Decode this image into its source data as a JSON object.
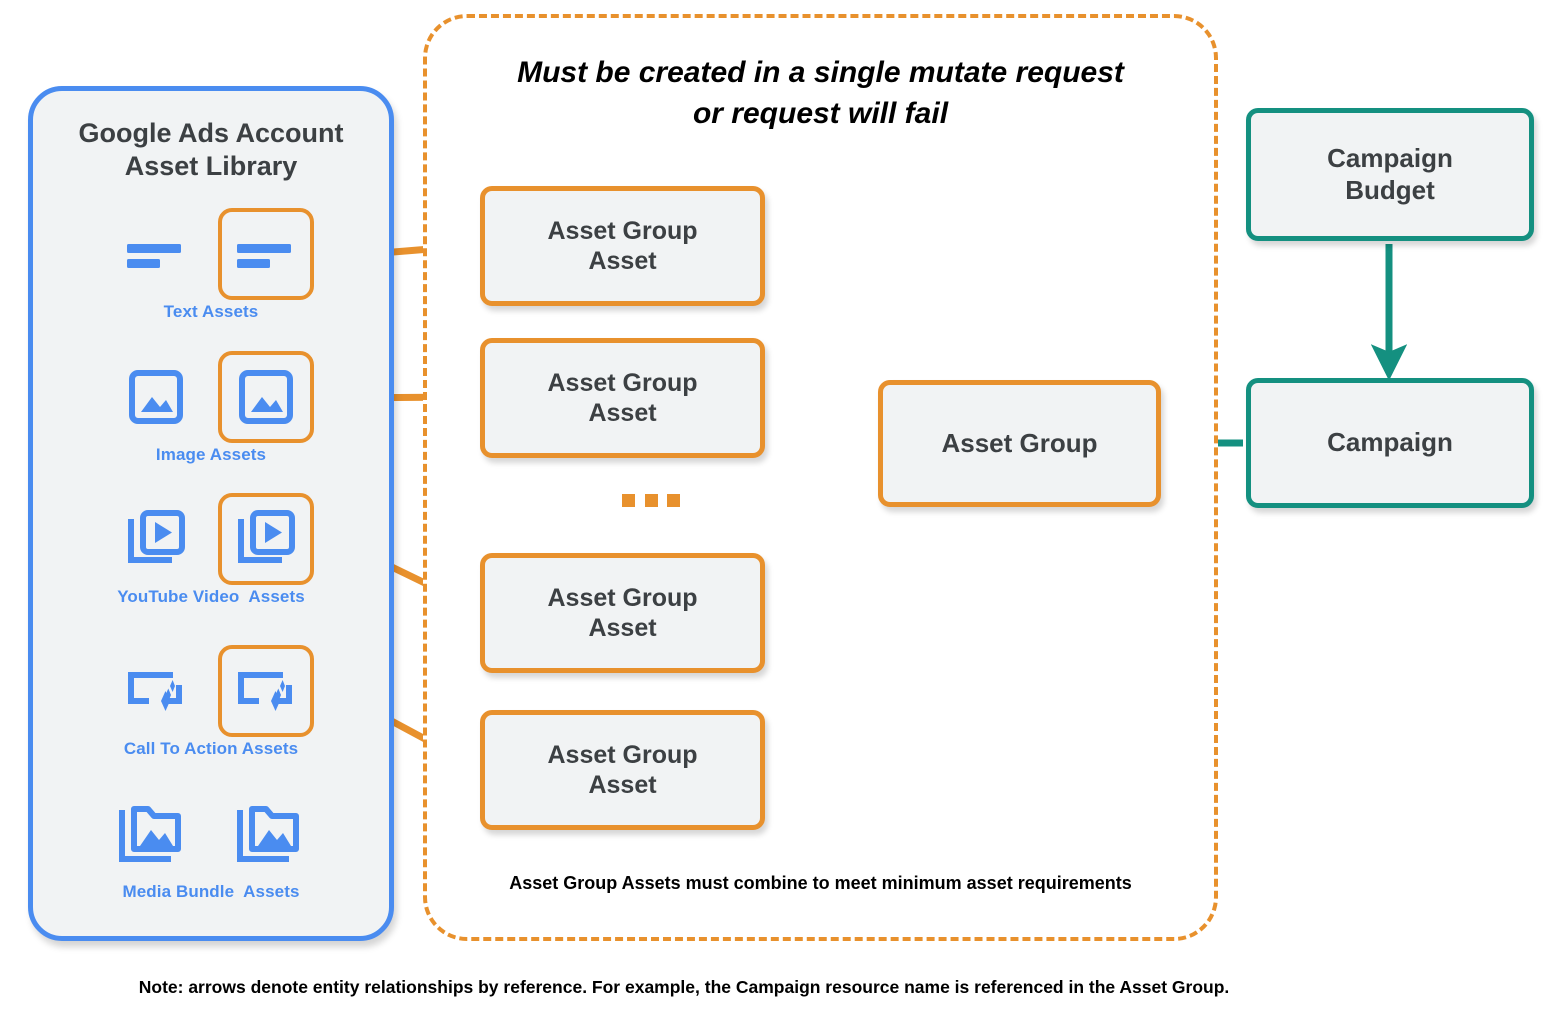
{
  "colors": {
    "orange": "#e8912d",
    "blue": "#4a8cf0",
    "teal": "#149080",
    "box_fill": "#f1f3f4",
    "text_dark": "#3c4043",
    "text_black": "#000000",
    "page_bg": "#ffffff"
  },
  "library": {
    "title": "Google Ads Account\nAsset Library",
    "assets": [
      {
        "label": "Text Assets",
        "icon": "text-asset-icon"
      },
      {
        "label": "Image Assets",
        "icon": "image-asset-icon"
      },
      {
        "label": "YouTube Video  Assets",
        "icon": "youtube-video-asset-icon"
      },
      {
        "label": "Call To Action Assets",
        "icon": "call-to-action-asset-icon"
      },
      {
        "label": "Media Bundle  Assets",
        "icon": "media-bundle-asset-icon"
      }
    ]
  },
  "mutate_container": {
    "title": "Must be created in a single mutate request\nor request will fail",
    "footnote": "Asset Group Assets must combine to meet minimum asset requirements",
    "asset_group_assets": [
      {
        "label": "Asset Group\nAsset"
      },
      {
        "label": "Asset Group\nAsset"
      },
      {
        "label": "Asset Group\nAsset"
      },
      {
        "label": "Asset Group\nAsset"
      }
    ],
    "ellipsis": "..."
  },
  "nodes": {
    "asset_group": "Asset Group",
    "campaign_budget": "Campaign\nBudget",
    "campaign": "Campaign"
  },
  "note": "Note: arrows denote entity relationships by reference. For example, the Campaign resource name is referenced in the Asset Group.",
  "chart_data": {
    "type": "diagram",
    "title": "Google Ads Performance Max entity relationships",
    "nodes": [
      {
        "id": "text-assets",
        "label": "Text Assets",
        "group": "asset-library",
        "color": "#4a8cf0"
      },
      {
        "id": "image-assets",
        "label": "Image Assets",
        "group": "asset-library",
        "color": "#4a8cf0"
      },
      {
        "id": "youtube-video-assets",
        "label": "YouTube Video  Assets",
        "group": "asset-library",
        "color": "#4a8cf0"
      },
      {
        "id": "call-to-action-assets",
        "label": "Call To Action Assets",
        "group": "asset-library",
        "color": "#4a8cf0"
      },
      {
        "id": "media-bundle-assets",
        "label": "Media Bundle  Assets",
        "group": "asset-library",
        "color": "#4a8cf0"
      },
      {
        "id": "asset-group-asset-1",
        "label": "Asset Group Asset",
        "group": "mutate-request",
        "color": "#e8912d"
      },
      {
        "id": "asset-group-asset-2",
        "label": "Asset Group Asset",
        "group": "mutate-request",
        "color": "#e8912d"
      },
      {
        "id": "asset-group-asset-3",
        "label": "Asset Group Asset",
        "group": "mutate-request",
        "color": "#e8912d"
      },
      {
        "id": "asset-group-asset-4",
        "label": "Asset Group Asset",
        "group": "mutate-request",
        "color": "#e8912d"
      },
      {
        "id": "asset-group",
        "label": "Asset Group",
        "group": "mutate-request",
        "color": "#e8912d"
      },
      {
        "id": "campaign-budget",
        "label": "Campaign Budget",
        "group": "campaign",
        "color": "#149080"
      },
      {
        "id": "campaign",
        "label": "Campaign",
        "group": "campaign",
        "color": "#149080"
      }
    ],
    "edges": [
      {
        "from": "text-assets",
        "to": "asset-group-asset-1",
        "color": "#e8912d"
      },
      {
        "from": "image-assets",
        "to": "asset-group-asset-2",
        "color": "#e8912d"
      },
      {
        "from": "youtube-video-assets",
        "to": "asset-group-asset-3",
        "color": "#e8912d"
      },
      {
        "from": "call-to-action-assets",
        "to": "asset-group-asset-4",
        "color": "#e8912d"
      },
      {
        "from": "asset-group",
        "to": "asset-group-asset-1",
        "color": "#e8912d"
      },
      {
        "from": "asset-group",
        "to": "asset-group-asset-2",
        "color": "#e8912d"
      },
      {
        "from": "asset-group",
        "to": "asset-group-asset-3",
        "color": "#e8912d"
      },
      {
        "from": "asset-group",
        "to": "asset-group-asset-4",
        "color": "#e8912d"
      },
      {
        "from": "campaign-budget",
        "to": "campaign",
        "color": "#149080"
      },
      {
        "from": "campaign",
        "to": "asset-group",
        "color": "#149080"
      }
    ],
    "groups": [
      {
        "id": "asset-library",
        "label": "Google Ads Account Asset Library",
        "color": "#4a8cf0"
      },
      {
        "id": "mutate-request",
        "label": "Must be created in a single mutate request or request will fail",
        "color": "#e8912d"
      }
    ]
  }
}
